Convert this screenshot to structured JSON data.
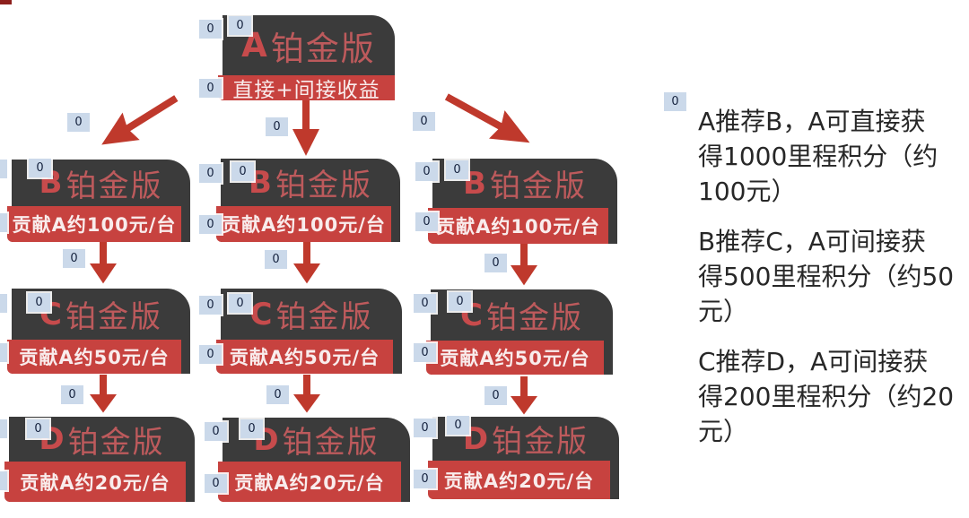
{
  "colors": {
    "node_dark": "#3b3b3b",
    "node_band_red": "#c7423f",
    "node_title_red": "#bd5a5c",
    "arrow_red": "#bf392c",
    "badge_bg": "#cbd9ea",
    "badge_text": "#16233f",
    "panel_text": "#272727"
  },
  "annotations": {
    "label": "0"
  },
  "nodes": {
    "a": {
      "letter": "A",
      "suffix": "铂金版",
      "subtitle": "直接+间接收益"
    },
    "b": {
      "letter": "B",
      "suffix": "铂金版",
      "subtitle": "贡献A约100元/台"
    },
    "c": {
      "letter": "C",
      "suffix": "铂金版",
      "subtitle": "贡献A约50元/台"
    },
    "d": {
      "letter": "D",
      "suffix": "铂金版",
      "subtitle": "贡献A约20元/台"
    }
  },
  "panel": {
    "p1": "A推荐B，A可直接获\n得1000里程积分（约\n100元）",
    "p2": "B推荐C，A可间接获\n得500里程积分（约50\n元）",
    "p3": "C推荐D，A可间接获\n得200里程积分（约20\n元）"
  }
}
